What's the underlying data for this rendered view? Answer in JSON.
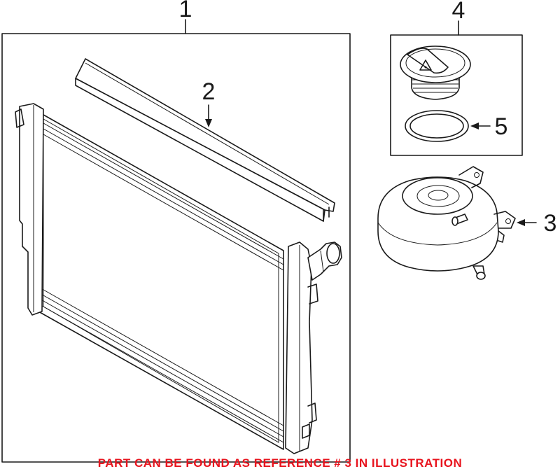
{
  "callouts": {
    "c1": "1",
    "c2": "2",
    "c3": "3",
    "c4": "4",
    "c5": "5"
  },
  "footer_note": "PART CAN BE FOUND AS REFERENCE # 3 IN ILLUSTRATION",
  "colors": {
    "note": "#e8141e",
    "line": "#1a1a1a"
  }
}
